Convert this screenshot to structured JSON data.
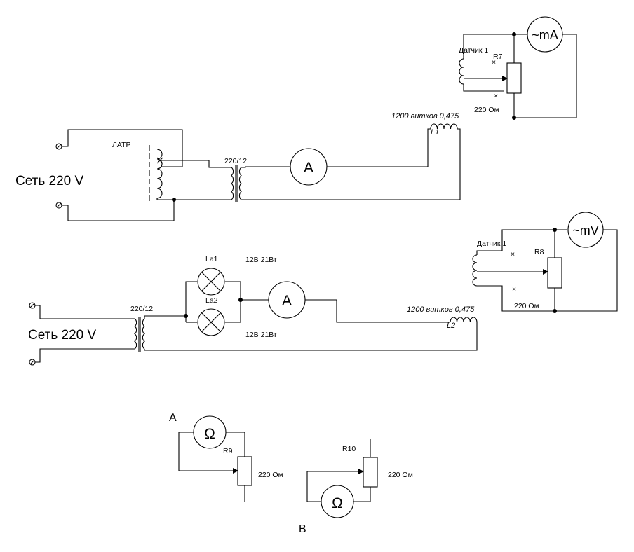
{
  "labels": {
    "mains_top": "Сеть 220 V",
    "mains_bottom": "Сеть 220 V",
    "latr": "ЛАТР",
    "tr1_ratio": "220/12",
    "tr2_ratio": "220/12",
    "ammeter_top": "A",
    "ammeter_bottom": "A",
    "coil1_spec": "1200 витков 0,475",
    "coil1_name": "L1",
    "coil2_spec": "1200 витков 0,475",
    "coil2_name": "L2",
    "sensor1": "Датчик 1",
    "sensor2": "Датчик 1",
    "r7": "R7",
    "r7_value": "220 Ом",
    "r8": "R8",
    "r8_value": "220 Ом",
    "milliammeter": "~mA",
    "millivoltmeter": "~mV",
    "lamp1": "La1",
    "lamp2": "La2",
    "lamp1_spec": "12В 21Вт",
    "lamp2_spec": "12В 21Вт",
    "circuit_a": "A",
    "circuit_b": "B",
    "ohm_a": "Ω",
    "ohm_b": "Ω",
    "r9": "R9",
    "r9_value": "220 Ом",
    "r10": "R10",
    "r10_value": "220 Ом",
    "cross_mark": "×"
  }
}
